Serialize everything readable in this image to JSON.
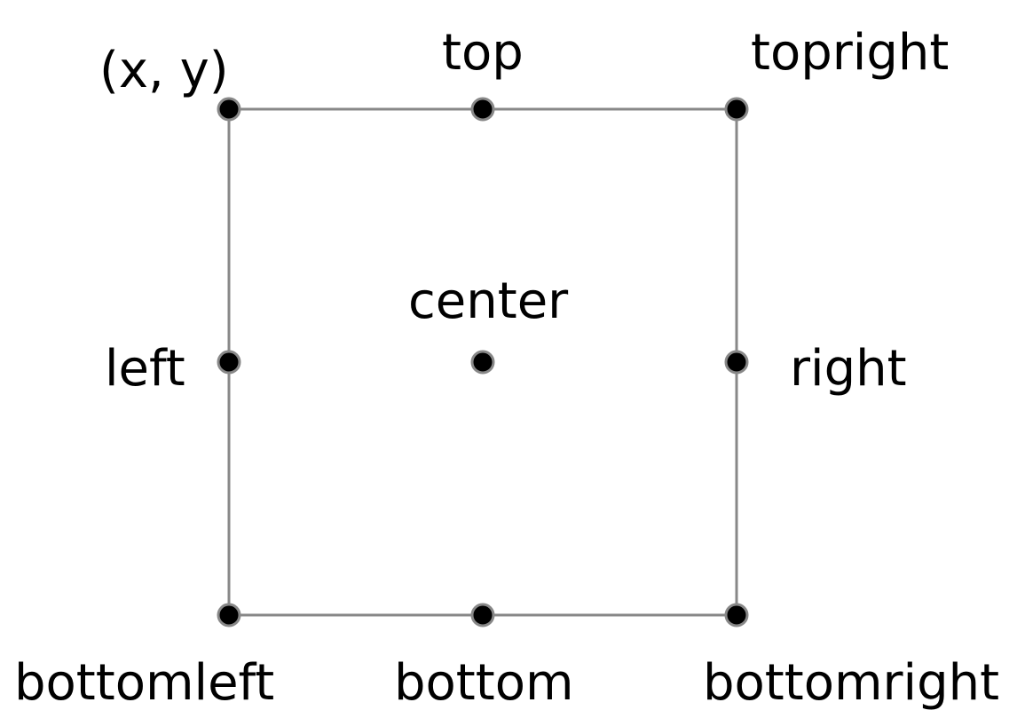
{
  "diagram": {
    "labels": {
      "origin": "(x, y)",
      "top": "top",
      "topright": "topright",
      "center": "center",
      "left": "left",
      "right": "right",
      "bottomleft": "bottomleft",
      "bottom": "bottom",
      "bottomright": "bottomright"
    },
    "colors": {
      "box_stroke": "#888888",
      "point_fill": "#000000",
      "point_stroke": "#888888",
      "text": "#000000",
      "background": "#ffffff"
    }
  }
}
